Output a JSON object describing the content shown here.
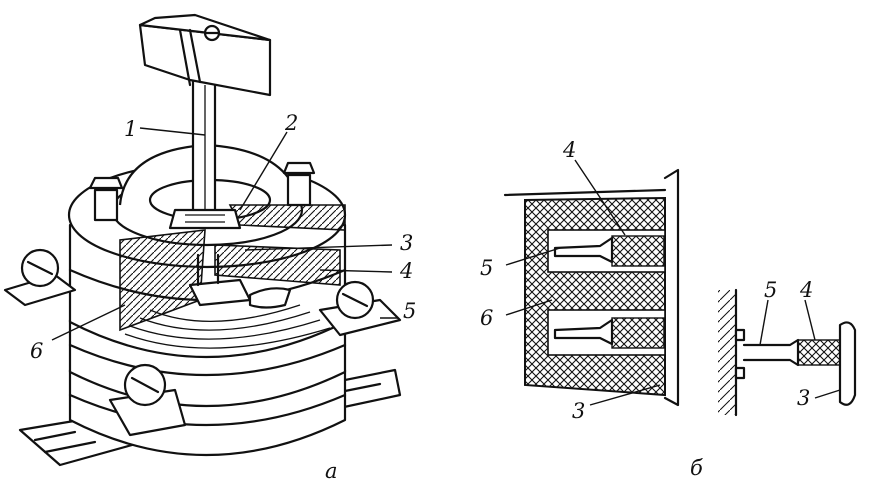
{
  "figure_a": {
    "caption": "а",
    "labels": {
      "shaft": "1",
      "nut": "2",
      "fixed_contact": "3",
      "contact_spring": "4",
      "terminal": "5",
      "insulating_disc": "6"
    }
  },
  "figure_b": {
    "caption": "б",
    "left_detail_labels": {
      "spring": "4",
      "terminal": "5",
      "insulator": "6",
      "contact": "3"
    },
    "right_detail_labels": {
      "terminal": "5",
      "spring": "4",
      "contact": "3"
    }
  }
}
